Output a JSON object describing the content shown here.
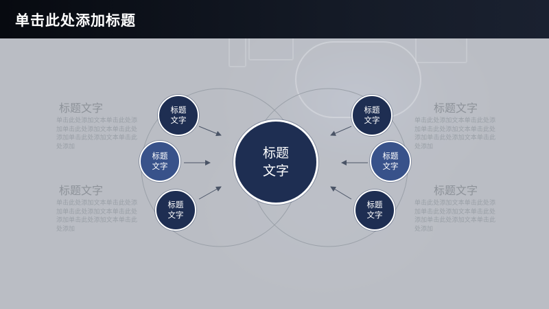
{
  "header": {
    "title": "单击此处添加标题"
  },
  "center": {
    "line1": "标题",
    "line2": "文字"
  },
  "left_nodes": [
    {
      "line1": "标题",
      "line2": "文字"
    },
    {
      "line1": "标题",
      "line2": "文字"
    },
    {
      "line1": "标题",
      "line2": "文字"
    }
  ],
  "right_nodes": [
    {
      "line1": "标题",
      "line2": "文字"
    },
    {
      "line1": "标题",
      "line2": "文字"
    },
    {
      "line1": "标题",
      "line2": "文字"
    }
  ],
  "left_blocks": [
    {
      "title": "标题文字",
      "body": "单击此处添加文本单击此处添加单击此处添加文本单击此处添加单击此处添加文本单击此处添加"
    },
    {
      "title": "标题文字",
      "body": "单击此处添加文本单击此处添加单击此处添加文本单击此处添加单击此处添加文本单击此处添加"
    }
  ],
  "right_blocks": [
    {
      "title": "标题文字",
      "body": "单击此处添加文本单击此处添加单击此处添加文本单击此处添加单击此处添加文本单击此处添加"
    },
    {
      "title": "标题文字",
      "body": "单击此处添加文本单击此处添加单击此处添加文本单击此处添加单击此处添加文本单击此处添加"
    }
  ],
  "colors": {
    "node_dark": "#1e2e52",
    "node_mid": "#38528a",
    "overlay": "#d6d9de"
  }
}
